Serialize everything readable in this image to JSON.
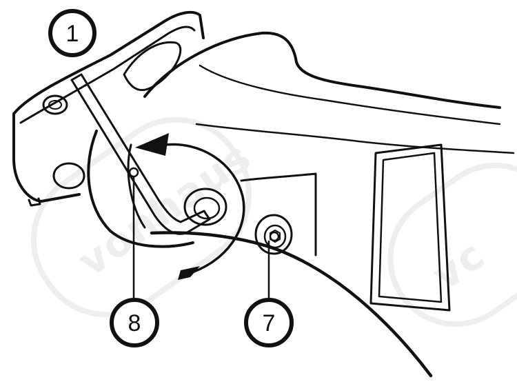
{
  "callouts": [
    {
      "id": "1",
      "label": "1"
    },
    {
      "id": "8",
      "label": "8"
    },
    {
      "id": "7",
      "label": "7"
    }
  ],
  "watermark": {
    "text_left": "vonhaus",
    "text_right": "vc"
  },
  "colors": {
    "line": "#111111",
    "background": "#ffffff",
    "watermark": "#eeeeee"
  }
}
